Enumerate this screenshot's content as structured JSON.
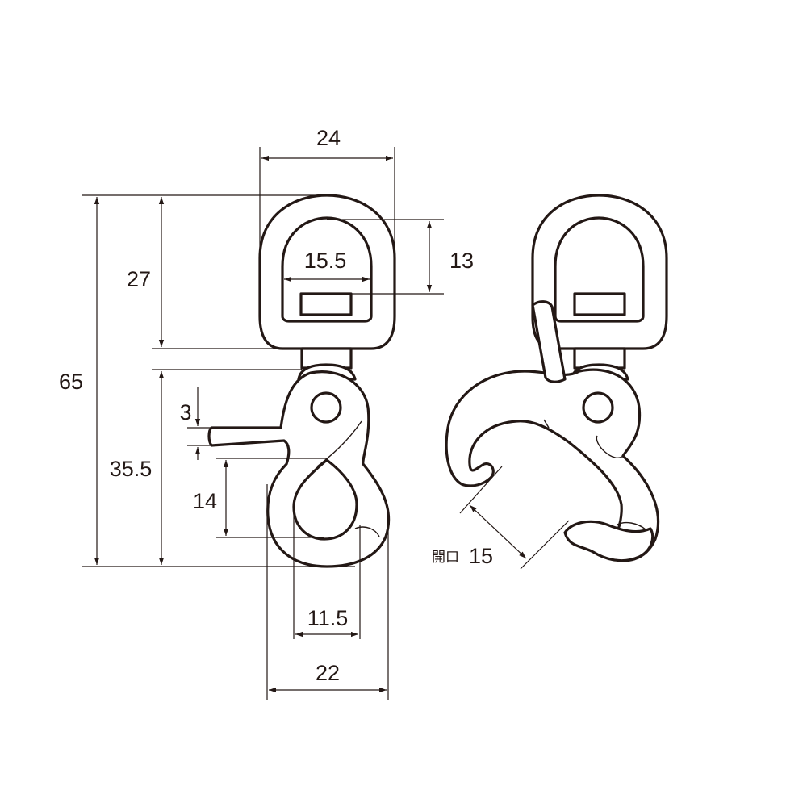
{
  "drawing": {
    "line_color": "#231815",
    "background": "#ffffff",
    "front_view": {
      "dimensions": {
        "overall_width": "24",
        "overall_height": "65",
        "ring_height": "27",
        "ring_inner_width": "15.5",
        "ring_inner_height": "13",
        "lever_thickness": "3",
        "hook_height": "35.5",
        "hook_inner_height": "14",
        "hook_inner_width": "11.5",
        "hook_width": "22"
      }
    },
    "open_view": {
      "opening_label": "開口",
      "opening_value": "15"
    }
  }
}
